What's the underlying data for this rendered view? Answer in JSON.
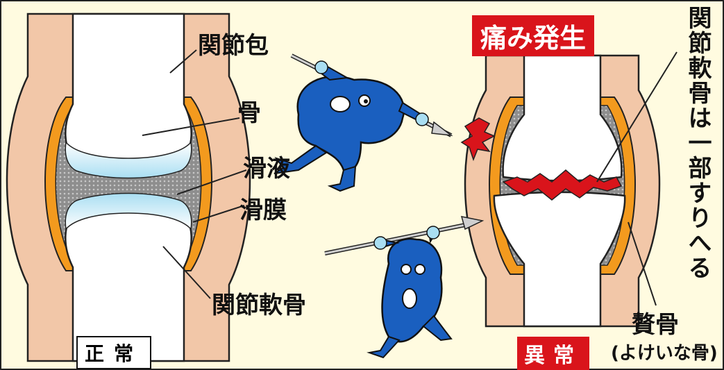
{
  "labels": {
    "capsule": "関節包",
    "bone": "骨",
    "synovial_fluid": "滑液",
    "synovial_membrane": "滑膜",
    "cartilage": "関節軟骨",
    "pain": "痛み発生",
    "wear_text": "関節軟骨は一部すりへる",
    "spur": "贅骨",
    "spur_note": "(よけいな骨)",
    "normal": "正常",
    "abnormal": "異常"
  },
  "colors": {
    "skin": "#f2c7a8",
    "bone": "#ffffff",
    "membrane": "#f39a1e",
    "fluid": "#a6a6a6",
    "cartilage_blue": "#bfe8f5",
    "creature": "#1a5fbf",
    "red": "#d9141b",
    "background": "#fffbe0"
  }
}
